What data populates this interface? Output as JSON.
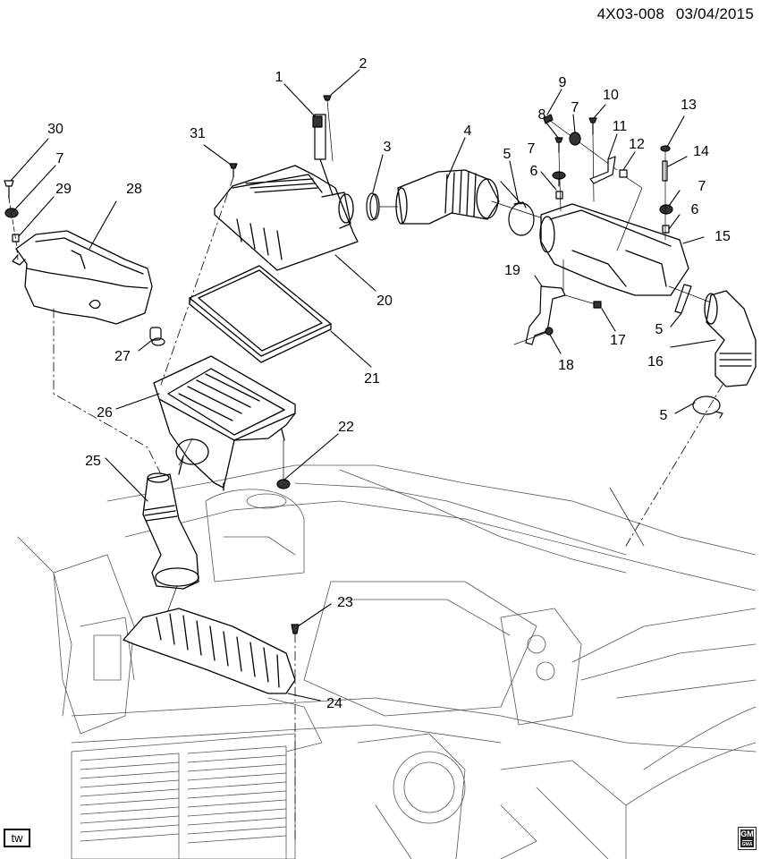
{
  "header": {
    "diagram_id": "4X03-008",
    "date": "03/04/2015"
  },
  "badges": {
    "tw_label": "tw",
    "gm_logo_text": "GM",
    "gm_logo_sub": "GMA"
  },
  "callouts": [
    {
      "id": "c1",
      "label": "1"
    },
    {
      "id": "c2",
      "label": "2"
    },
    {
      "id": "c3",
      "label": "3"
    },
    {
      "id": "c4",
      "label": "4"
    },
    {
      "id": "c5a",
      "label": "5"
    },
    {
      "id": "c5b",
      "label": "5"
    },
    {
      "id": "c5c",
      "label": "5"
    },
    {
      "id": "c6a",
      "label": "6"
    },
    {
      "id": "c6b",
      "label": "6"
    },
    {
      "id": "c7a",
      "label": "7"
    },
    {
      "id": "c7b",
      "label": "7"
    },
    {
      "id": "c7c",
      "label": "7"
    },
    {
      "id": "c7d",
      "label": "7"
    },
    {
      "id": "c8",
      "label": "8"
    },
    {
      "id": "c9",
      "label": "9"
    },
    {
      "id": "c10",
      "label": "10"
    },
    {
      "id": "c11",
      "label": "11"
    },
    {
      "id": "c12",
      "label": "12"
    },
    {
      "id": "c13",
      "label": "13"
    },
    {
      "id": "c14",
      "label": "14"
    },
    {
      "id": "c15",
      "label": "15"
    },
    {
      "id": "c16",
      "label": "16"
    },
    {
      "id": "c17",
      "label": "17"
    },
    {
      "id": "c18",
      "label": "18"
    },
    {
      "id": "c19",
      "label": "19"
    },
    {
      "id": "c20",
      "label": "20"
    },
    {
      "id": "c21",
      "label": "21"
    },
    {
      "id": "c22",
      "label": "22"
    },
    {
      "id": "c23",
      "label": "23"
    },
    {
      "id": "c24",
      "label": "24"
    },
    {
      "id": "c25",
      "label": "25"
    },
    {
      "id": "c26",
      "label": "26"
    },
    {
      "id": "c27",
      "label": "27"
    },
    {
      "id": "c28",
      "label": "28"
    },
    {
      "id": "c29",
      "label": "29"
    },
    {
      "id": "c30",
      "label": "30"
    },
    {
      "id": "c31",
      "label": "31"
    }
  ]
}
